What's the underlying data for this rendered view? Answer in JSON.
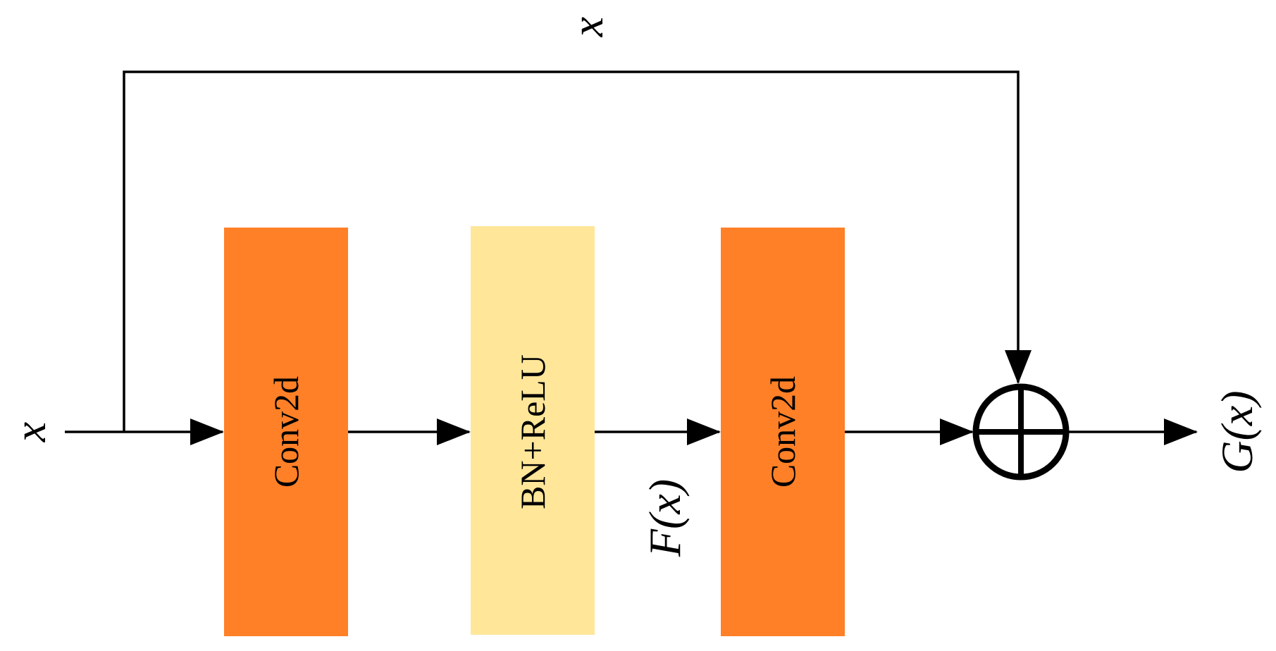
{
  "blocks": [
    {
      "id": "conv1",
      "label": "Conv2d"
    },
    {
      "id": "bnrelu",
      "label": "BN+ReLU"
    },
    {
      "id": "conv2",
      "label": "Conv2d"
    }
  ],
  "labels": {
    "input": "x",
    "skip": "x",
    "residual": "F(x)",
    "output": "G(x)"
  },
  "colors": {
    "conv": "#FF8027",
    "bn_relu": "#FFE699",
    "line": "#000000",
    "background": "#FFFFFF"
  },
  "icons": {
    "sum": "circled-plus-icon"
  }
}
